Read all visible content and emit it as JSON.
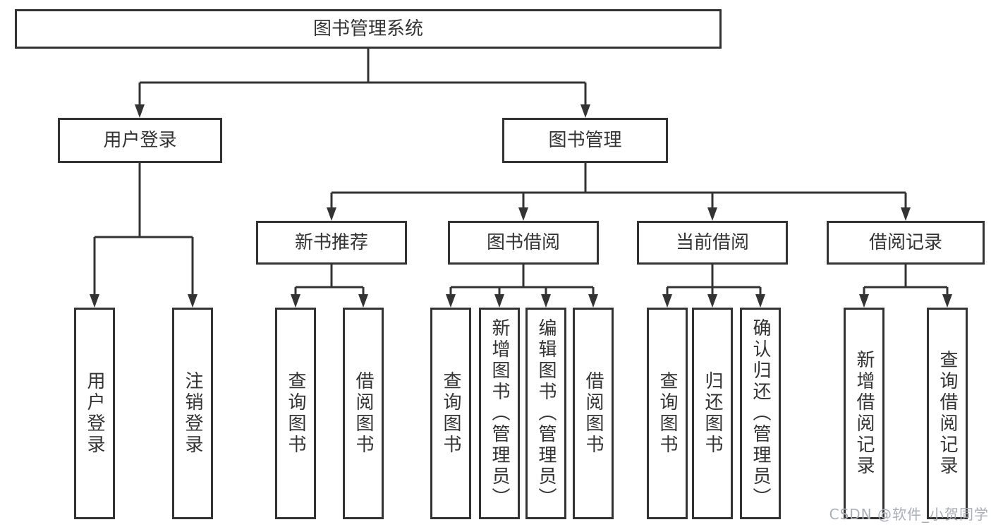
{
  "diagram": {
    "title_node": "图书管理系统",
    "root": {
      "label": "图书管理系统"
    },
    "level2": [
      {
        "label": "用户登录"
      },
      {
        "label": "图书管理"
      }
    ],
    "level3": [
      {
        "label": "新书推荐",
        "parent": "图书管理"
      },
      {
        "label": "图书借阅",
        "parent": "图书管理"
      },
      {
        "label": "当前借阅",
        "parent": "图书管理"
      },
      {
        "label": "借阅记录",
        "parent": "图书管理"
      }
    ],
    "leaves": [
      {
        "label": "用户登录",
        "parent": "用户登录"
      },
      {
        "label": "注销登录",
        "parent": "用户登录"
      },
      {
        "label": "查询图书",
        "parent": "新书推荐"
      },
      {
        "label": "借阅图书",
        "parent": "新书推荐"
      },
      {
        "label": "查询图书",
        "parent": "图书借阅"
      },
      {
        "label": "新增图书（管理员）",
        "parent": "图书借阅"
      },
      {
        "label": "编辑图书（管理员）",
        "parent": "图书借阅"
      },
      {
        "label": "借阅图书",
        "parent": "图书借阅"
      },
      {
        "label": "查询图书",
        "parent": "当前借阅"
      },
      {
        "label": "归还图书",
        "parent": "当前借阅"
      },
      {
        "label": "确认归还（管理员）",
        "parent": "当前借阅"
      },
      {
        "label": "新增借阅记录",
        "parent": "借阅记录"
      },
      {
        "label": "查询借阅记录",
        "parent": "借阅记录"
      }
    ]
  },
  "watermark": {
    "text": "CSDN @软件_小贺同学"
  },
  "colors": {
    "line": "#333333",
    "text": "#333333",
    "background": "#ffffff",
    "watermark": "#a9aeb6"
  }
}
